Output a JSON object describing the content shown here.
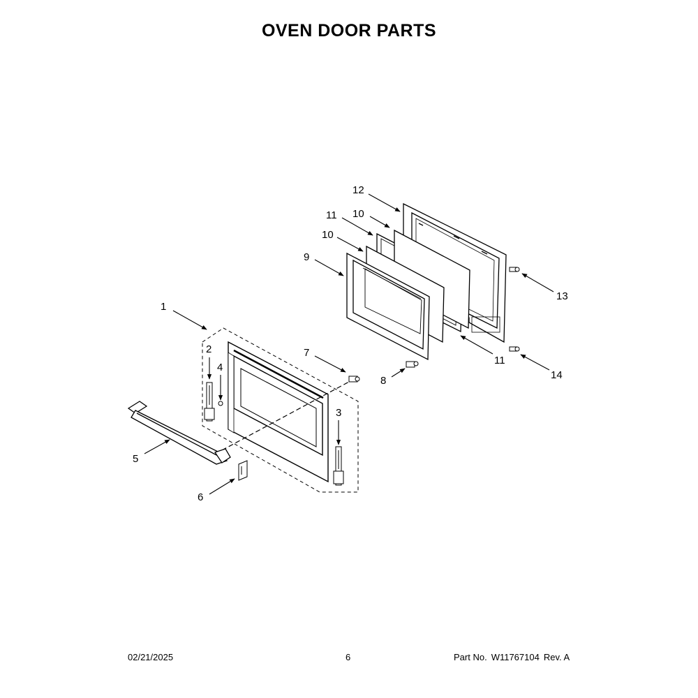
{
  "title": "OVEN DOOR PARTS",
  "callouts": [
    "1",
    "2",
    "3",
    "4",
    "5",
    "6",
    "7",
    "8",
    "9",
    "10",
    "10",
    "11",
    "11",
    "12",
    "13",
    "14"
  ],
  "footer": {
    "date": "02/21/2025",
    "page": "6",
    "part_label": "Part No.",
    "part_number": "W11767104",
    "revision": "Rev. A"
  }
}
